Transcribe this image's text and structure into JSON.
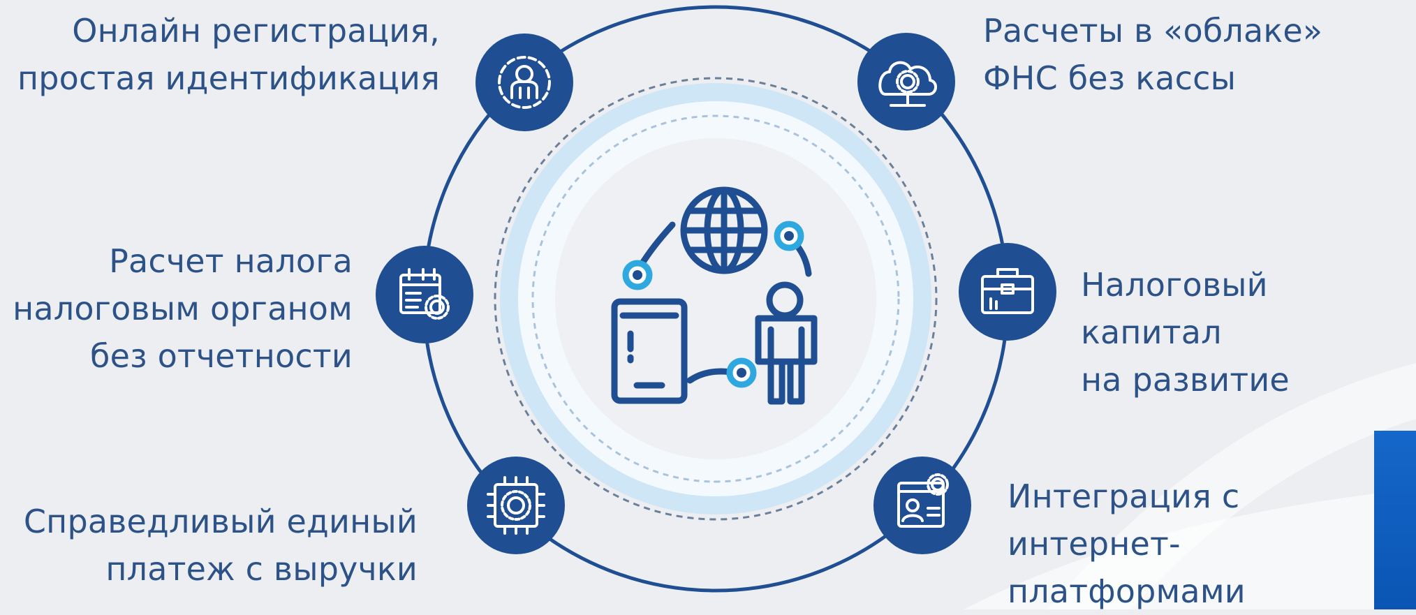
{
  "colors": {
    "primary": "#1f4f92",
    "text": "#2d5287",
    "accent": "#2fa8e0",
    "ring_light": "#cfe6f6",
    "background": "#eceef1"
  },
  "center": {
    "icon": "globe-phone-person-network-icon"
  },
  "features": [
    {
      "label": "Онлайн регистрация,\nпростая идентификация",
      "icon": "user-gear-icon"
    },
    {
      "label": "Расчеты в «облаке»\nФНС без кассы",
      "icon": "cloud-gear-icon"
    },
    {
      "label": "Расчет налога\nналоговым органом\nбез отчетности",
      "icon": "calendar-gear-icon"
    },
    {
      "label": "Налоговый капитал\nна развитие",
      "icon": "briefcase-icon"
    },
    {
      "label": "Справедливый единый\nплатеж с выручки",
      "icon": "chip-gear-icon"
    },
    {
      "label": "Интеграция с\nинтернет-\nплатформами",
      "icon": "profile-window-gear-icon"
    }
  ]
}
